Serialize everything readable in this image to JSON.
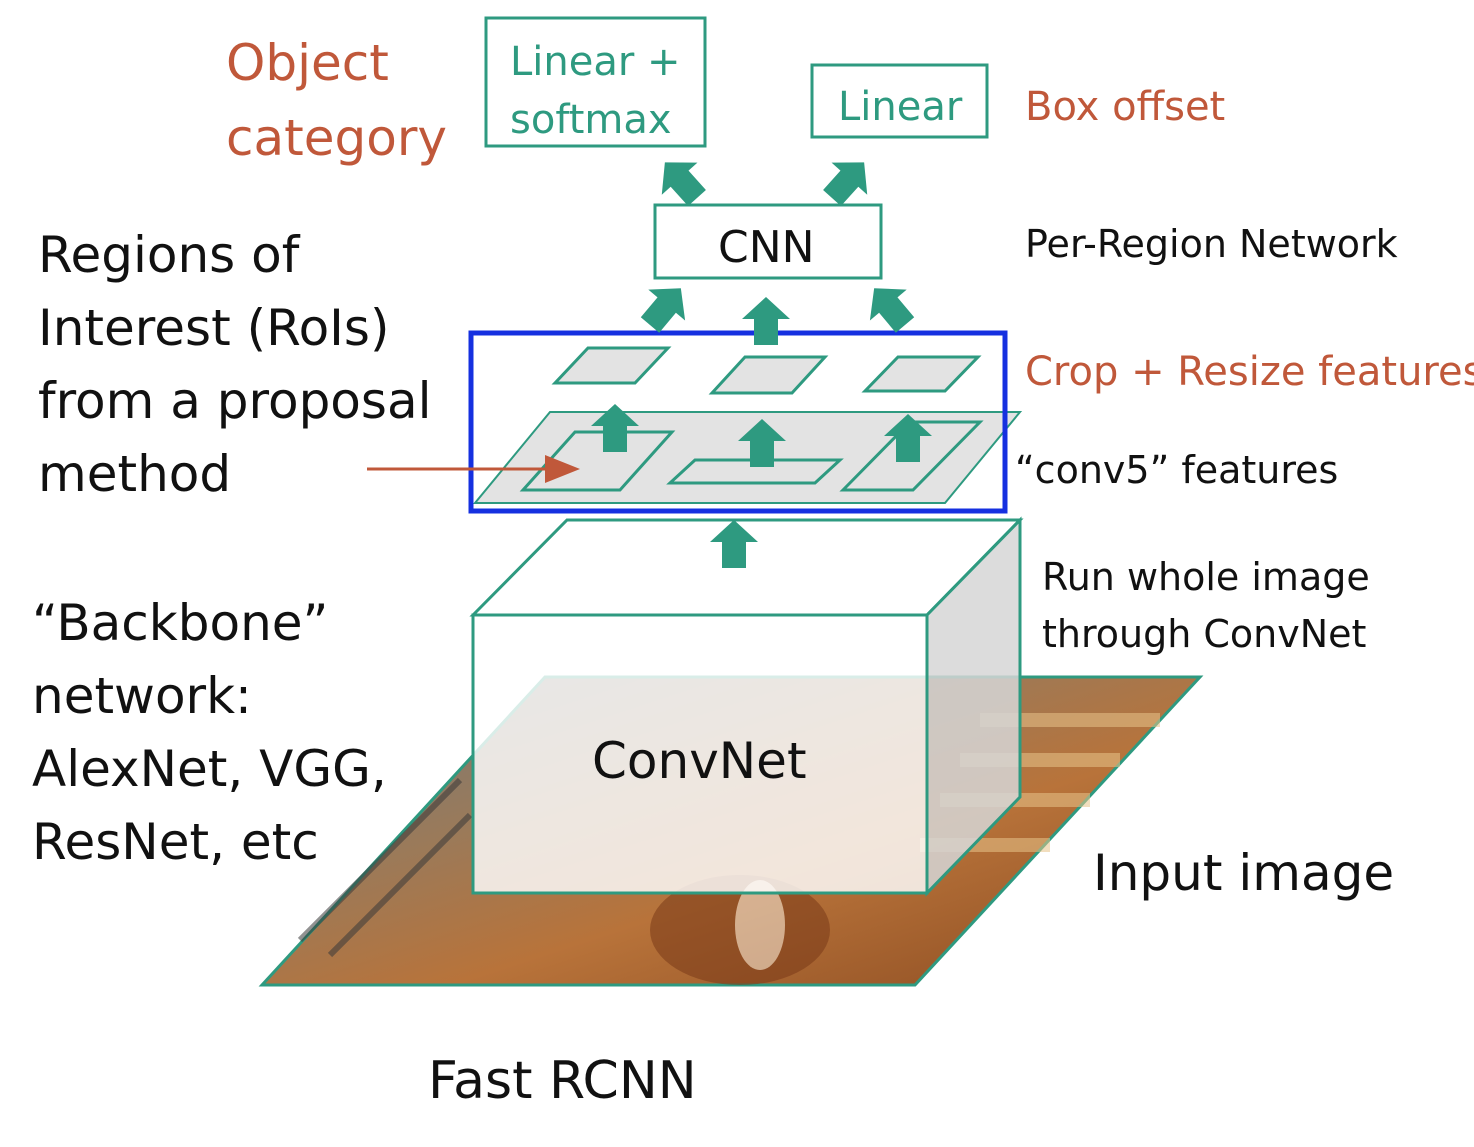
{
  "labels": {
    "object_category_1": "Object",
    "object_category_2": "category",
    "linear_softmax_1": "Linear +",
    "linear_softmax_2": "softmax",
    "linear": "Linear",
    "box_offset": "Box offset",
    "cnn": "CNN",
    "per_region_network": "Per-Region Network",
    "crop_resize": "Crop + Resize features",
    "conv5": "“conv5” features",
    "rois_1": "Regions of",
    "rois_2": "Interest (RoIs)",
    "rois_3": "from a proposal",
    "rois_4": "method",
    "run_whole_1": "Run whole image",
    "run_whole_2": "through ConvNet",
    "backbone_1": "“Backbone”",
    "backbone_2": "network:",
    "backbone_3": "AlexNet, VGG,",
    "backbone_4": "ResNet, etc",
    "convnet": "ConvNet",
    "input_image": "Input image",
    "caption": "Fast RCNN"
  },
  "colors": {
    "teal": "#2e9a80",
    "red": "#c0583a",
    "blue": "#1530e0",
    "gray_fill": "#e3e3e3",
    "text": "#111111"
  }
}
